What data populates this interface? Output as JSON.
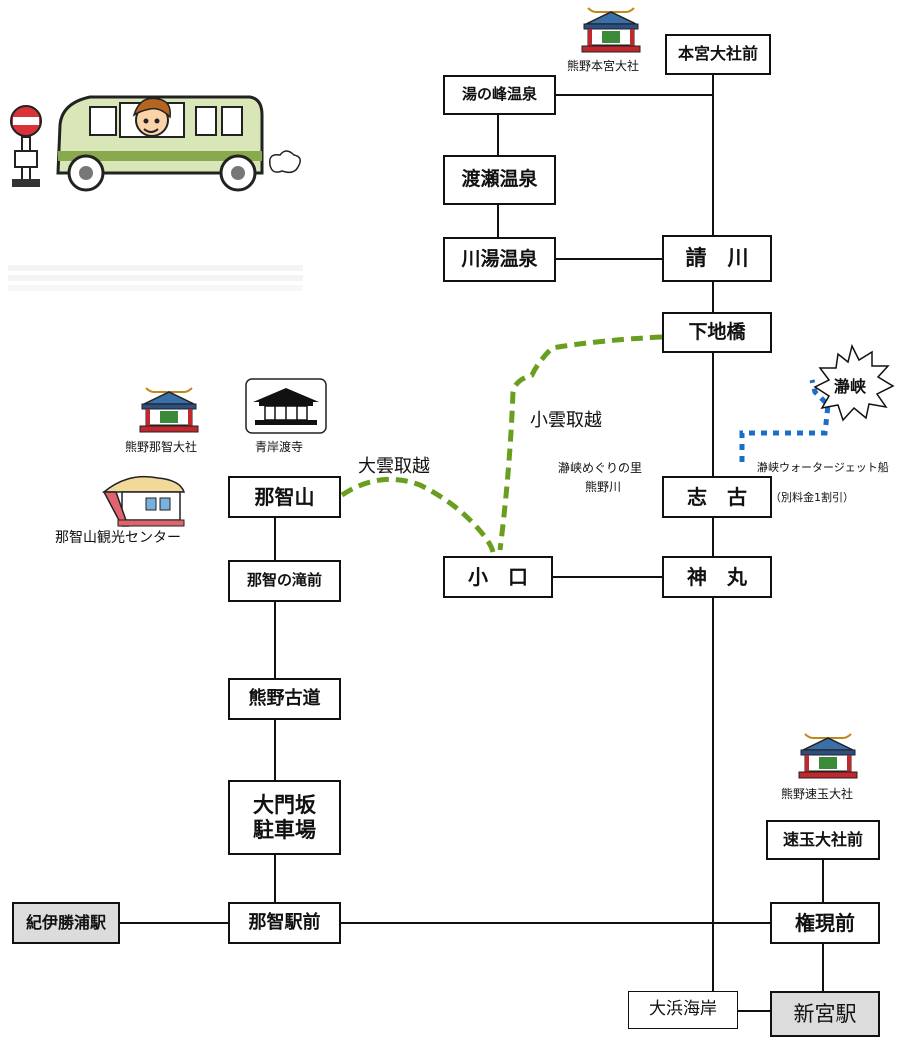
{
  "stops": {
    "hongu_taisha_mae": "本宮大社前",
    "yunomine": "湯の峰温泉",
    "watarase": "渡瀬温泉",
    "kawayu": "川湯温泉",
    "ukegawa": "請　川",
    "shimojibashi": "下地橋",
    "shiko": "志　古",
    "koguchi": "小　口",
    "kounomaru": "神　丸",
    "nachisan": "那智山",
    "nachi_no_taki_mae": "那智の滝前",
    "kumano_kodo": "熊野古道",
    "daimonzaka": "大門坂\n駐車場",
    "nachi_eki_mae": "那智駅前",
    "kii_katsuura_eki": "紀伊勝浦駅",
    "hayatama_taisha_mae": "速玉大社前",
    "gongen_mae": "権現前",
    "ohama_kaigan": "大浜海岸",
    "shingu_eki": "新宮駅"
  },
  "landmarks": {
    "hongu_shrine": "熊野本宮大社",
    "nachi_shrine": "熊野那智大社",
    "seiganto_ji": "青岸渡寺",
    "nachisan_center": "那智山観光センター",
    "hayatama_shrine": "熊野速玉大社"
  },
  "trails": {
    "ogumotori": "大雲取越",
    "kogumotori": "小雲取越"
  },
  "river": {
    "line1": "瀞峡めぐりの里",
    "line2": "熊野川",
    "burst": "瀞峡",
    "jet_boat": "瀞峡ウォータージェット船",
    "fee_note": "（別料金1割引）"
  },
  "colors": {
    "route_line": "#111111",
    "trail": "#6a9e1f",
    "jet_boat": "#1a6fc4",
    "terminal_fill": "#dcdcdc",
    "shrine_red": "#c0282d",
    "shrine_roof": "#3a6fa8",
    "bus_body": "#d8e6b8"
  }
}
